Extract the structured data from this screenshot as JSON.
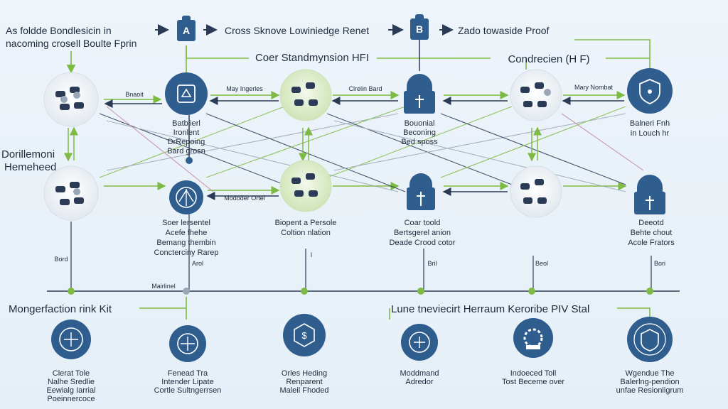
{
  "header": {
    "top_left_line1": "As foldde Bondlesicin in",
    "top_left_line2": "nacoming crosell Boulte Fprin",
    "box_a": "A",
    "box_b": "B",
    "header_mid": "Cross Sknove Lowiniedge Renet",
    "header_right": "Zado towaside Proof"
  },
  "section_titles": {
    "center": "Coer Standmynsion HFI",
    "right": "Condrecien (H F)",
    "left_side": [
      "Dorillemoni",
      "Hemeheed"
    ],
    "right_side": [
      "Balneri Fnh",
      "in Louch hr"
    ],
    "bottom_left": "Mongerfaction rink Kit",
    "bottom_right": "Lune tneviecirt Herraum Keroribe PIV Stal"
  },
  "edge_labels": {
    "mid1": "Bnaoit",
    "mid2": "May Ingerles",
    "mid3": "Clrelin Bard",
    "mid4": "Mary Nombat",
    "lower_mid": "Mododer Ortel",
    "timeline_left": "Mairlinel",
    "vert1": "Bord",
    "vert2": "Arol",
    "vert3": "I",
    "vert4": "Bril",
    "vert5": "Beol",
    "vert6": "Bori"
  },
  "node_captions": {
    "c1": [
      "Batblierl",
      "Ironlent",
      "DrRepoing",
      "Bard grosn"
    ],
    "c2": [
      "Bouonial",
      "Beconing",
      "Bed sposs"
    ],
    "c3": [
      "Soer lersentel",
      "Acefe fhehe",
      "Bemang thembin",
      "Concterciny Rarep"
    ],
    "c4": [
      "Biopent a Persole",
      "Coltion nlation"
    ],
    "c5": [
      "Coar toold",
      "Bertsgerel anion",
      "Deade Crood cotor"
    ],
    "c6": [
      "Deeotd",
      "Behte chout",
      "Acole Frators"
    ]
  },
  "bottom_items": [
    [
      "Clerat Tole",
      "Nalhe Sredlie",
      "Eewialg Iarrial",
      "Poeinnercoce"
    ],
    [
      "Fenead Tra",
      "Intender Lipate",
      "Cortle Sultngerrsen"
    ],
    [
      "Orles Heding",
      "Renparent",
      "Maleil Fhoded"
    ],
    [
      "Moddmand",
      "Adredor"
    ],
    [
      "Indoeced Toll",
      "Tost Beceme over"
    ],
    [
      "Wgendue The",
      "Balerlng-pendion",
      "unfae Resionligrum"
    ]
  ],
  "icons": {
    "round_icons": [
      "badge-icon",
      "compass-icon",
      "dollar-icon",
      "hub-icon",
      "gear-icon",
      "shield-icon"
    ],
    "lock_icons": [
      "lock-icon"
    ],
    "cluster_icons": [
      "robot-cluster-icon"
    ]
  },
  "colors": {
    "navy": "#2e5d8e",
    "green": "#7dbb44",
    "cluster_green": "#e4f0d3",
    "arrow_dark": "#2b3a55",
    "line_gray": "#9aa7b6"
  }
}
